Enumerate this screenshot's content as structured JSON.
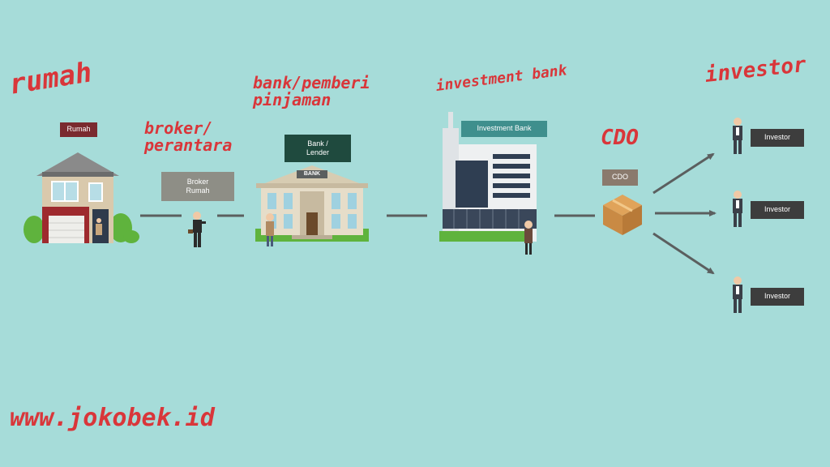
{
  "annotations": {
    "rumah": "rumah",
    "broker": "broker/\nperantara",
    "bank": "bank/pemberi\npinjaman",
    "investment_bank": "investment bank",
    "cdo": "CDO",
    "investor": "investor",
    "website": "www.jokobek.id"
  },
  "labels": {
    "rumah": "Rumah",
    "broker_rumah": "Broker\nRumah",
    "bank_lender": "Bank /\nLender",
    "bank_sign": "BANK",
    "investment_bank": "Investment Bank",
    "cdo": "CDO",
    "investors": [
      "Investor",
      "Investor",
      "Investor"
    ]
  },
  "colors": {
    "background": "#a6dcd9",
    "annotation": "#d9363a",
    "arrow": "#5b5f5f"
  },
  "icons": [
    "house-icon",
    "broker-person-icon",
    "bank-building-icon",
    "skyscraper-icon",
    "cdo-box-icon",
    "investor-person-icon"
  ]
}
